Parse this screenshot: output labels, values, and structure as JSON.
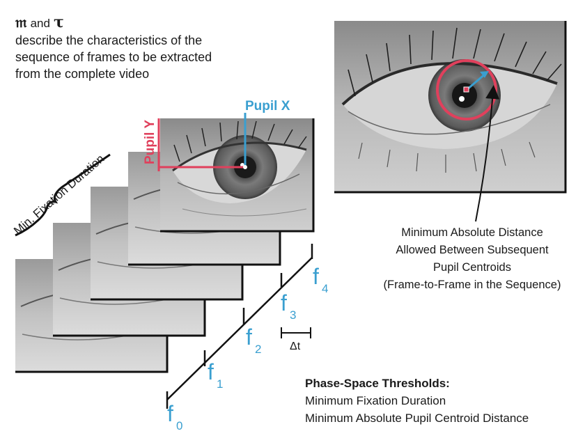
{
  "header": {
    "symbol_m": "𝔪",
    "and_word": "and",
    "symbol_tau": "τ",
    "lines": [
      "describe the characteristics of the",
      "sequence of frames to be extracted",
      "from the complete video"
    ]
  },
  "labels": {
    "pupil_x": "Pupil X",
    "pupil_y": "Pupil Y",
    "min_fixation": "Min. Fixation Duration",
    "delta_t": "Δt",
    "frame_f": "f",
    "frame_subscripts": [
      "0",
      "1",
      "2",
      "3",
      "4"
    ]
  },
  "annotation": {
    "lines": [
      "Minimum Absolute Distance",
      "Allowed Between Subsequent",
      "Pupil Centroids",
      "(Frame-to-Frame in the Sequence)"
    ]
  },
  "thresholds": {
    "heading": "Phase-Space Thresholds:",
    "items": [
      "Minimum Fixation Duration",
      "Minimum Absolute Pupil Centroid Distance"
    ]
  },
  "colors": {
    "pupil_x": "#3a9fd0",
    "pupil_y": "#e0405c",
    "frame_label": "#3a9fd0",
    "circle": "#e0405c",
    "arrow": "#3a9fd0"
  }
}
